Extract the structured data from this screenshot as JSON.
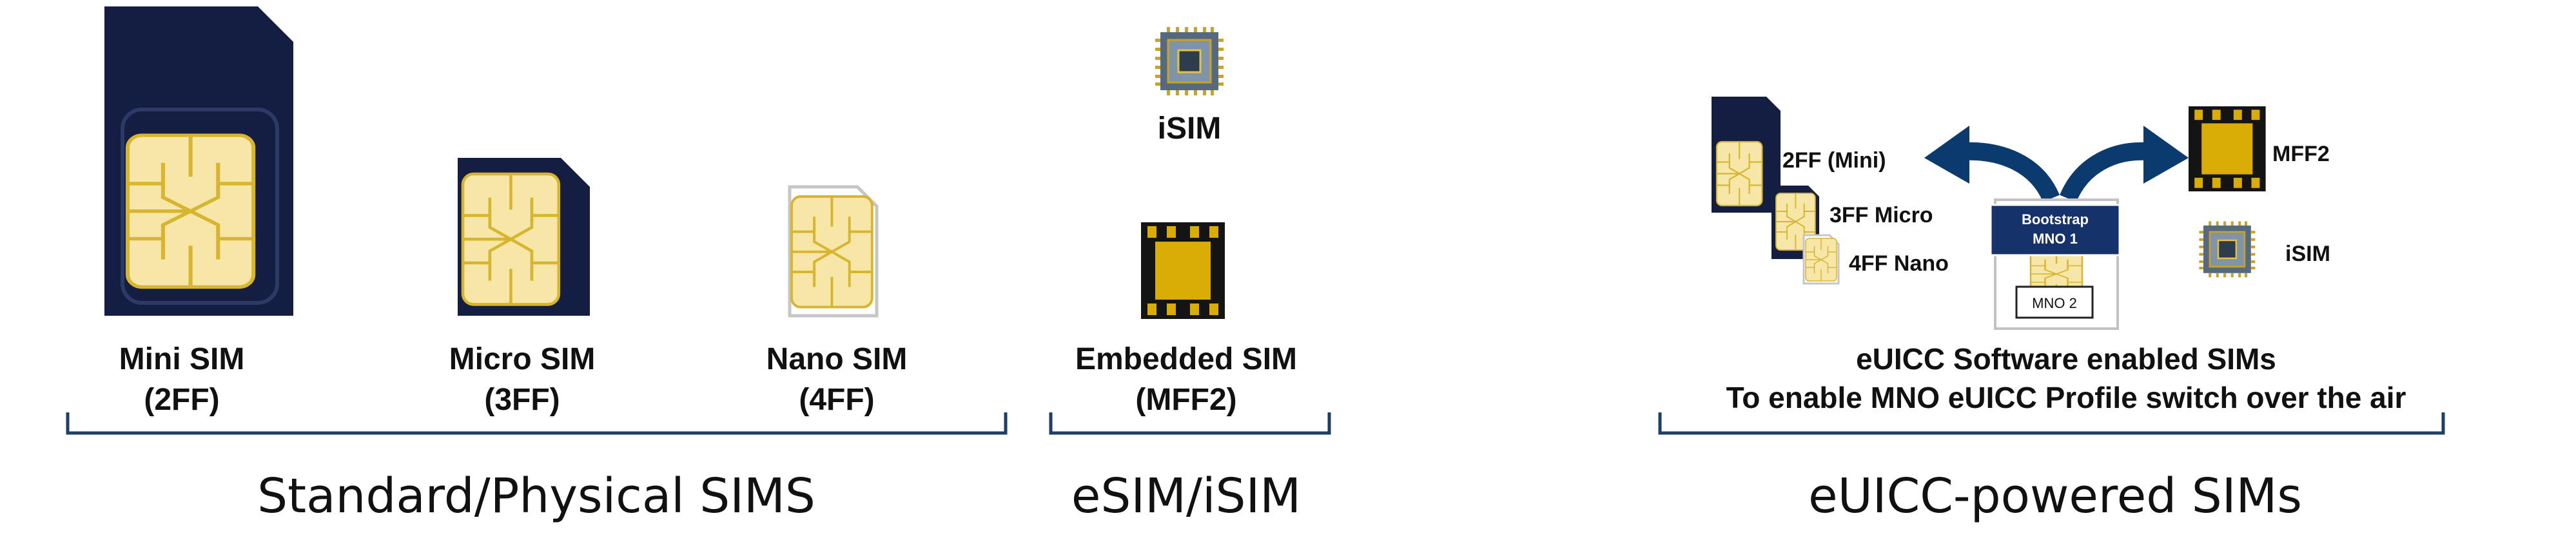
{
  "colors": {
    "sim_body": "#141d42",
    "chip_gold": "#f6e7a8",
    "chip_line": "#d8b52e",
    "embedded_gold": "#d9ad06",
    "arrow": "#0b3a6f",
    "brace": "#1f3f66"
  },
  "sections": {
    "physical": {
      "caption": "Standard/Physical SIMS",
      "items": [
        {
          "name": "Mini SIM",
          "code": "(2FF)"
        },
        {
          "name": "Micro SIM",
          "code": "(3FF)"
        },
        {
          "name": "Nano SIM",
          "code": "(4FF)"
        }
      ]
    },
    "esim": {
      "caption": "eSIM/iSIM",
      "isim_label": "iSIM",
      "embedded": {
        "name": "Embedded SIM",
        "code": "(MFF2)"
      }
    },
    "euicc": {
      "caption": "eUICC-powered SIMs",
      "labels": {
        "mini": "2FF (Mini)",
        "micro": "3FF Micro",
        "nano": "4FF Nano",
        "mff2": "MFF2",
        "isim": "iSIM",
        "bootstrap_1": "Bootstrap",
        "bootstrap_2": "MNO 1",
        "mno2": "MNO 2"
      },
      "description_line1": "eUICC Software enabled SIMs",
      "description_line2": "To enable MNO eUICC Profile switch over the air"
    }
  }
}
